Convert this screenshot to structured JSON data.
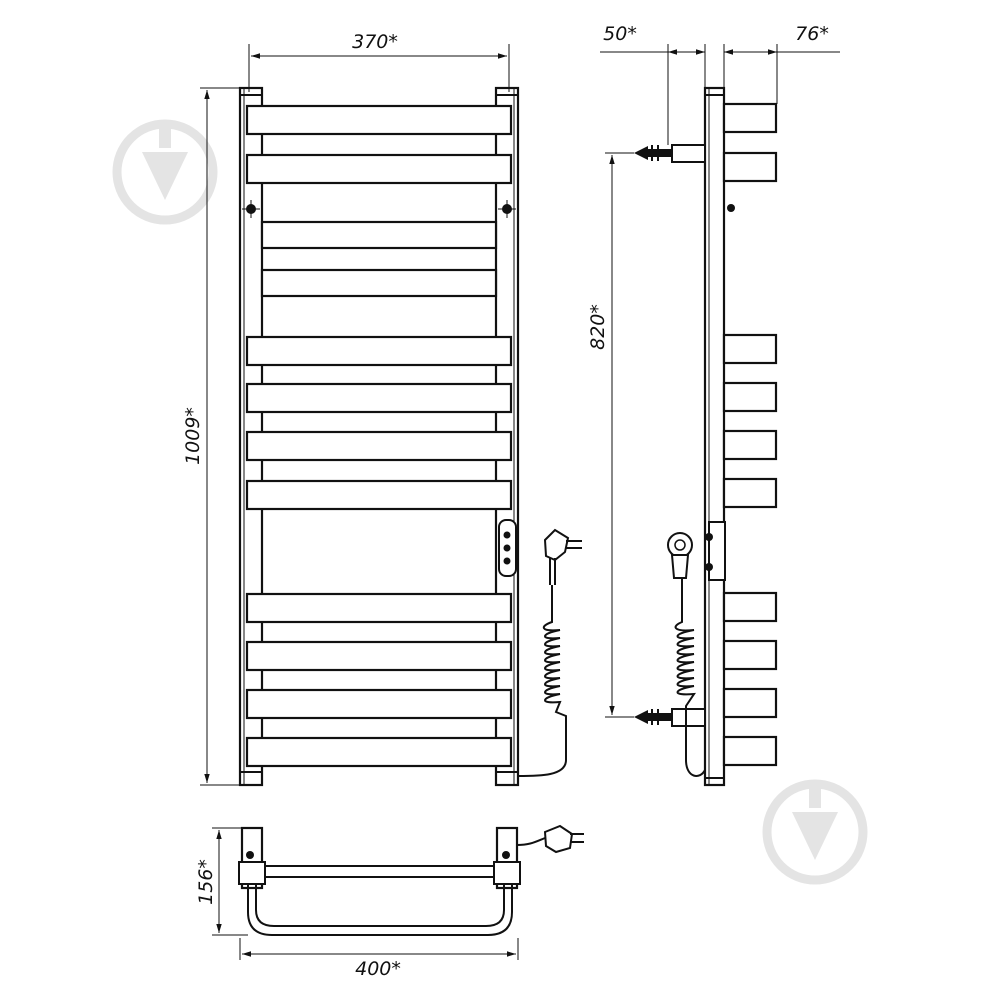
{
  "dimensions": {
    "front_width": "370*",
    "front_height": "1009*",
    "side_offset": "50*",
    "side_depth": "76*",
    "side_mount_spacing": "820*",
    "bottom_depth": "156*",
    "bottom_width": "400*"
  },
  "watermark": {
    "icon": "drop-funnel-logo",
    "color": "#e6e6e6"
  }
}
